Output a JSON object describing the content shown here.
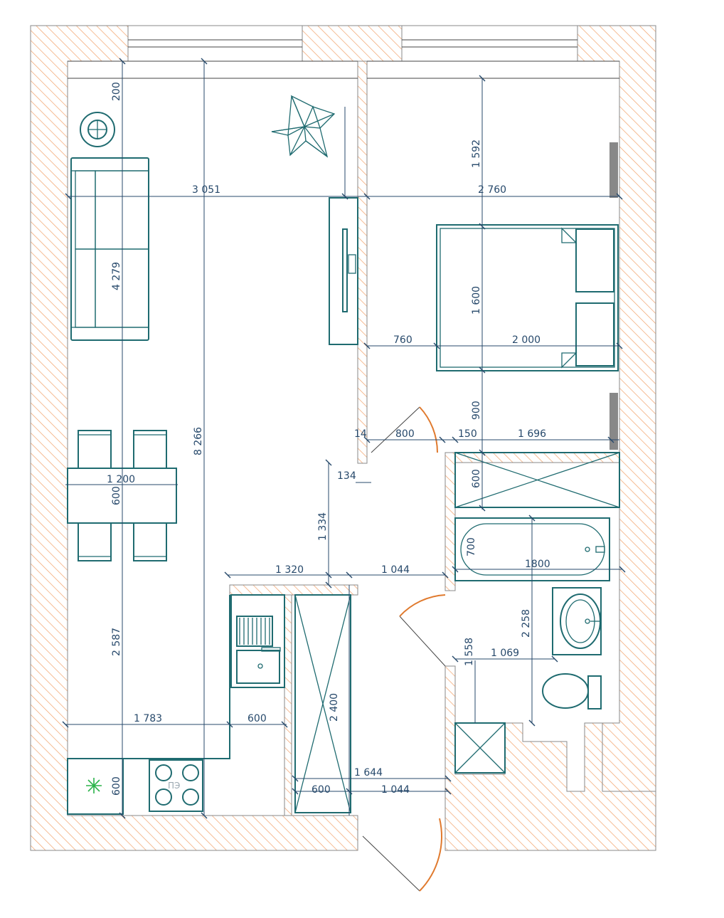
{
  "colors": {
    "furniture": "#1f6b70",
    "dimension": "#27496b",
    "door_arc": "#e07a2e",
    "wall_hatch": "#f2a26a"
  },
  "dimensions": {
    "d200": "200",
    "d3051": "3 051",
    "d2760": "2 760",
    "d1592": "1 592",
    "d4279": "4 279",
    "d8266": "8 266",
    "d1600": "1 600",
    "d760": "760",
    "d2000": "2 000",
    "d900": "900",
    "d14": "14",
    "d800": "800",
    "d150": "150",
    "d1696": "1 696",
    "d134": "134",
    "d1200": "1 200",
    "d600_table": "600",
    "d600_cab": "600",
    "d1334": "1 334",
    "d700": "700",
    "d1800": "1800",
    "d1320": "1 320",
    "d1044_top": "1 044",
    "d2258": "2 258",
    "d1558": "1 558",
    "d1069": "1 069",
    "d2587": "2 587",
    "d1783": "1 783",
    "d600_counter": "600",
    "d2400": "2 400",
    "d1644": "1 644",
    "d600_bottom": "600",
    "d1044_bottom": "1 044",
    "d600_corner": "600"
  },
  "labels": {
    "stove_mark": "ПЭ"
  },
  "icons": {
    "plant": "potted-plant-icon",
    "fan": "floor-fan-icon",
    "corner_plant": "star-plant-icon"
  }
}
